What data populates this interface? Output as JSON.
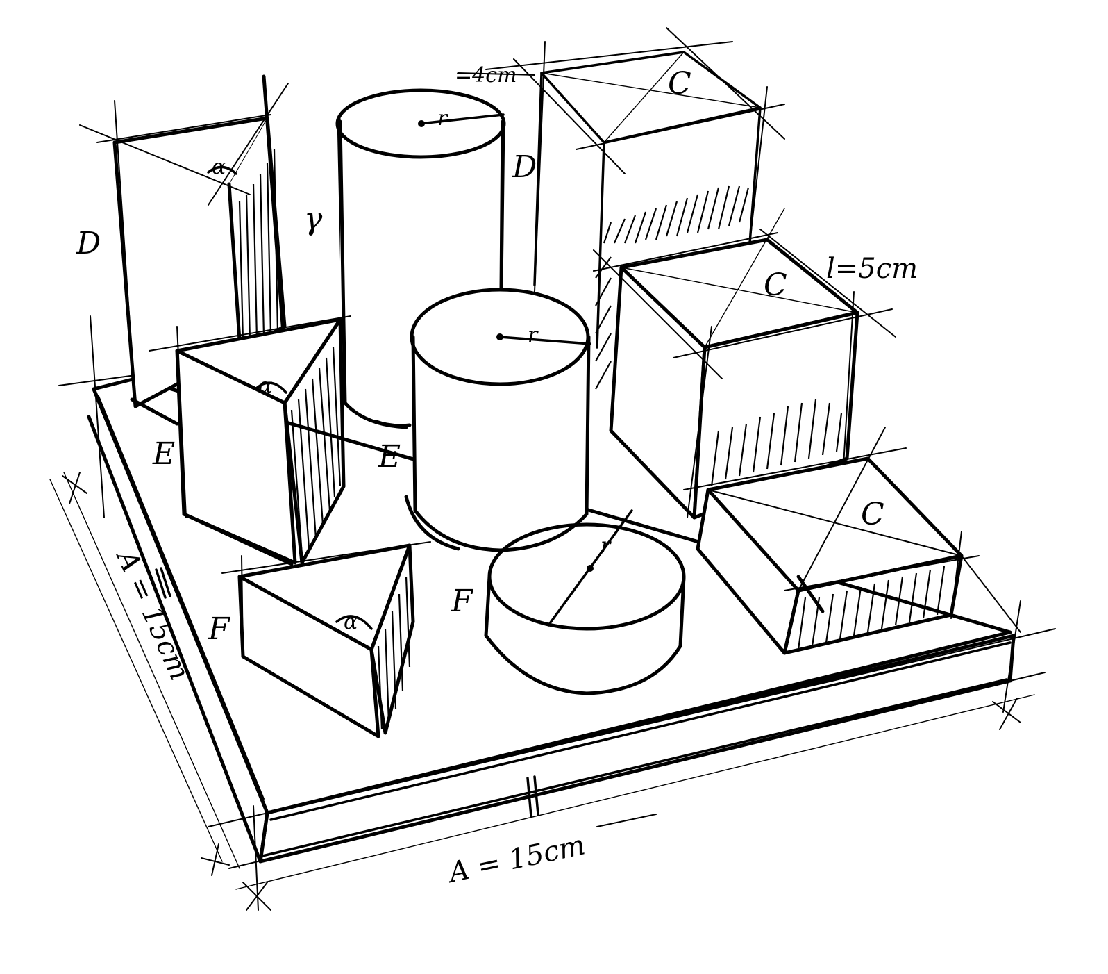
{
  "drawing": {
    "title": "Isometric sketch of geometric solids on a square base",
    "colors": {
      "ink": "#000000",
      "paper": "#ffffff"
    }
  },
  "labels": {
    "prism_tall_left": "D",
    "prism_tall_left_angle": "α",
    "cylinder_tall_gamma": "γ",
    "cylinder_tall_radius_value": "=4cm",
    "cylinder_tall_radius": "r",
    "cylinder_tall_label": "D",
    "cube_back_label": "C",
    "cube_mid_label": "C",
    "cube_mid_edge": "l=5cm",
    "cube_front_label": "C",
    "prism_mid_left": "E",
    "prism_mid_angle": "α",
    "cylinder_mid_left": "E",
    "cylinder_mid_radius": "r",
    "prism_front_left": "F",
    "prism_front_angle": "α",
    "cylinder_short_left": "F",
    "cylinder_short_radius": "r",
    "base_side_left": "A = 15cm",
    "base_side_front": "A = 15cm"
  }
}
